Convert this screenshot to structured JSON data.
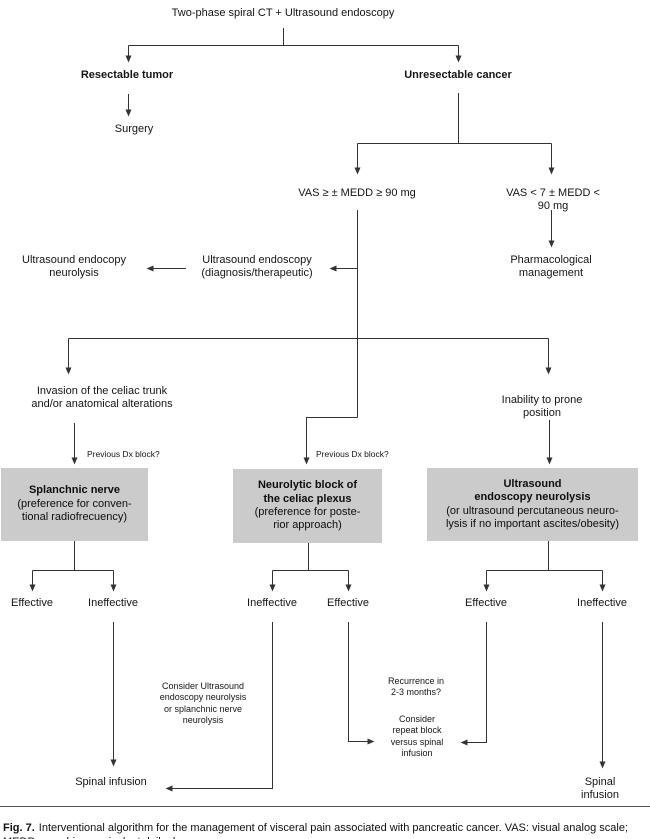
{
  "figure": {
    "caption_label": "Fig. 7.",
    "caption_text": "Interventional algorithm for the management of visceral pain associated with pancreatic cancer. VAS: visual analog scale; MEDD: morphine equivalent daily dose."
  },
  "colors": {
    "box_fill": "#cbcbcb",
    "line": "#333333",
    "text": "#151515"
  },
  "nodes": {
    "root": "Two-phase spiral CT + Ultrasound endoscopy",
    "resectable": "Resectable tumor",
    "unresectable": "Unresectable cancer",
    "surgery": "Surgery",
    "vas_high": "VAS ≥ ± MEDD ≥ 90 mg",
    "vas_low": "VAS < 7 ± MEDD < 90 mg",
    "pharmacological": "Pharmacological\nmanagement",
    "us_endoscopy_diag": "Ultrasound endoscopy\n(diagnosis/therapeutic)",
    "us_endoscopy_neurolysis": "Ultrasound endocopy\nneurolysis",
    "invasion_celiac": "Invasion of the celiac trunk\nand/or anatomical alterations",
    "inability_prone": "Inability to prone position",
    "previous_dx_left": "Previous Dx block?",
    "previous_dx_mid": "Previous Dx block?",
    "box_splanchnic_title": "Splanchnic nerve",
    "box_splanchnic_sub": "(preference for conven-\ntional radiofrecuency)",
    "box_neurolytic_title": "Neurolytic block of\nthe celiac plexus",
    "box_neurolytic_sub": "(preference for poste-\nrior approach)",
    "box_us_title": "Ultrasound\nendoscopy neurolysis",
    "box_us_sub": "(or ultrasound percutaneous neuro-\nlysis if no important ascites/obesity)",
    "left_effective": "Effective",
    "left_ineffective": "Ineffective",
    "mid_ineffective": "Ineffective",
    "mid_effective": "Effective",
    "right_effective": "Effective",
    "right_ineffective": "Ineffective",
    "consider_us_neurolysis": "Consider Ultrasound\nendoscopy neurolysis\nor splanchnic nerve\nneurolysis",
    "recurrence": "Recurrence in\n2-3 months?",
    "consider_repeat": "Consider\nrepeat block\nversus spinal\ninfusion",
    "spinal_left": "Spinal infusion",
    "spinal_right": "Spinal infusion"
  }
}
